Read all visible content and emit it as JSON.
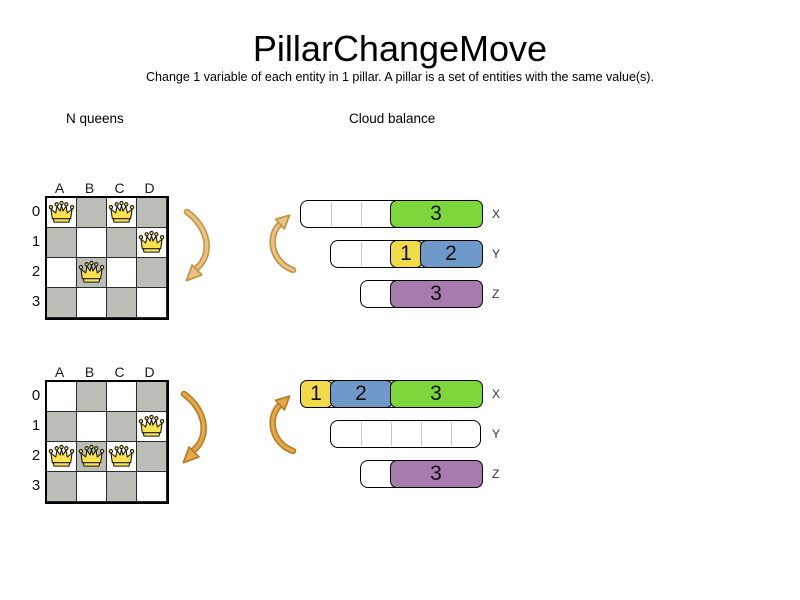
{
  "title": "PillarChangeMove",
  "subtitle": "Change 1 variable of each entity in 1 pillar. A pillar is a set of entities with the same value(s).",
  "sections": {
    "nqueens": "N queens",
    "cloud": "Cloud balance"
  },
  "boards": [
    {
      "id": "before",
      "columns": [
        "A",
        "B",
        "C",
        "D"
      ],
      "rows": [
        "0",
        "1",
        "2",
        "3"
      ],
      "queens": [
        {
          "col": "A",
          "row": 0
        },
        {
          "col": "C",
          "row": 0
        },
        {
          "col": "D",
          "row": 1
        },
        {
          "col": "B",
          "row": 2
        }
      ]
    },
    {
      "id": "after",
      "columns": [
        "A",
        "B",
        "C",
        "D"
      ],
      "rows": [
        "0",
        "1",
        "2",
        "3"
      ],
      "queens": [
        {
          "col": "D",
          "row": 1
        },
        {
          "col": "A",
          "row": 2
        },
        {
          "col": "B",
          "row": 2
        },
        {
          "col": "C",
          "row": 2
        }
      ]
    }
  ],
  "cloud_states": [
    {
      "id": "before",
      "computers": [
        {
          "label": "X",
          "capacity": 6,
          "blocks": [
            {
              "value": "3",
              "units": 3,
              "color": "green"
            }
          ]
        },
        {
          "label": "Y",
          "capacity": 5,
          "blocks": [
            {
              "value": "1",
              "units": 1,
              "color": "yellow"
            },
            {
              "value": "2",
              "units": 2,
              "color": "blue"
            }
          ]
        },
        {
          "label": "Z",
          "capacity": 4,
          "blocks": [
            {
              "value": "3",
              "units": 3,
              "color": "purple"
            }
          ]
        }
      ]
    },
    {
      "id": "after",
      "computers": [
        {
          "label": "X",
          "capacity": 6,
          "blocks": [
            {
              "value": "1",
              "units": 1,
              "color": "yellow"
            },
            {
              "value": "2",
              "units": 2,
              "color": "blue"
            },
            {
              "value": "3",
              "units": 3,
              "color": "green"
            }
          ]
        },
        {
          "label": "Y",
          "capacity": 5,
          "blocks": []
        },
        {
          "label": "Z",
          "capacity": 4,
          "blocks": [
            {
              "value": "3",
              "units": 3,
              "color": "purple"
            }
          ]
        }
      ]
    }
  ],
  "colors": {
    "board_dark": "#BBBEB6",
    "block_green": "#7CD63C",
    "block_yellow": "#F2DB4B",
    "block_blue": "#6F99C9",
    "block_purple": "#A77BAE",
    "queen_gold": "#FFE24F",
    "arrow_tan_fill": "#E8C388",
    "arrow_tan_stroke": "#C79445",
    "arrow_orange_fill": "#E4A94E",
    "arrow_orange_stroke": "#BA7D22"
  }
}
